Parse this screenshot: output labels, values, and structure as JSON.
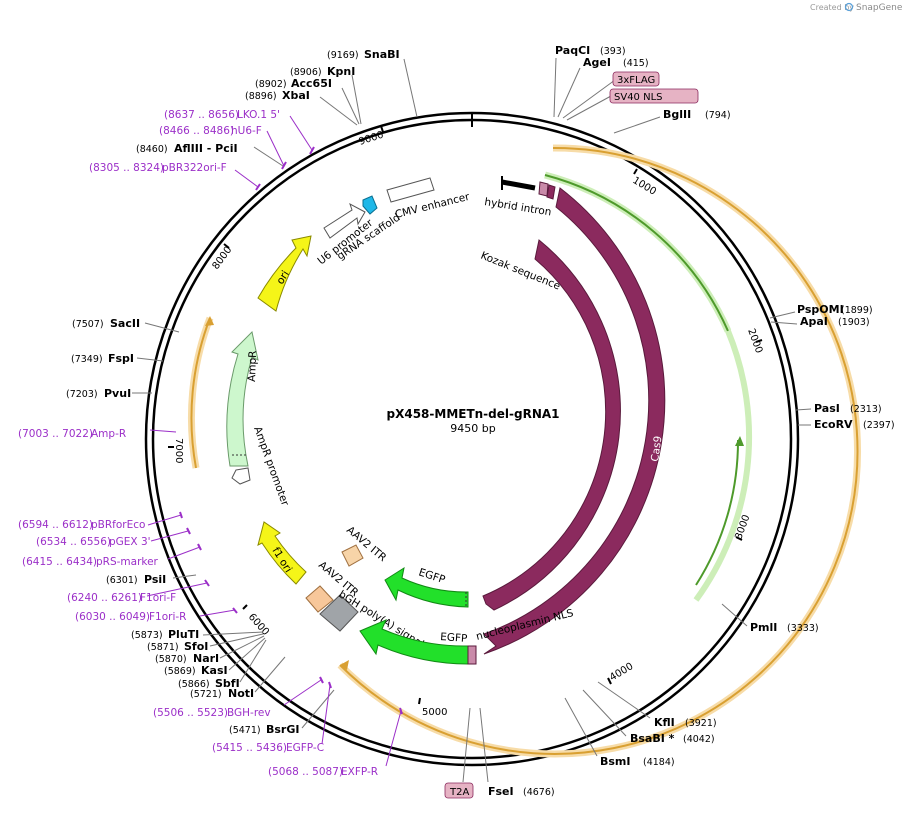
{
  "credit": {
    "created_by": "Created by",
    "brand": "SnapGene"
  },
  "map": {
    "name": "pX458-MMETn-del-gRNA1",
    "length": "9450 bp"
  },
  "ticks": [
    "1000",
    "2000",
    "3000",
    "4000",
    "5000",
    "6000",
    "7000",
    "8000",
    "9000"
  ],
  "enzymes_right": [
    {
      "name": "PaqCI",
      "pos": "(393)"
    },
    {
      "name": "AgeI",
      "pos": "(415)"
    },
    {
      "name": "BglII",
      "pos": "(794)"
    },
    {
      "name": "PspOMI",
      "pos": "(1899)"
    },
    {
      "name": "ApaI",
      "pos": "(1903)"
    },
    {
      "name": "PasI",
      "pos": "(2313)"
    },
    {
      "name": "EcoRV",
      "pos": "(2397)"
    },
    {
      "name": "PmlI",
      "pos": "(3333)"
    },
    {
      "name": "KflI",
      "pos": "(3921)"
    },
    {
      "name": "BsaBI *",
      "pos": "(4042)"
    },
    {
      "name": "BsmI",
      "pos": "(4184)"
    },
    {
      "name": "FseI",
      "pos": "(4676)"
    }
  ],
  "enzymes_left": [
    {
      "name": "SnaBI",
      "pos": "(9169)"
    },
    {
      "name": "KpnI",
      "pos": "(8906)"
    },
    {
      "name": "Acc65I",
      "pos": "(8902)"
    },
    {
      "name": "XbaI",
      "pos": "(8896)"
    },
    {
      "name": "AflIII  - PciI",
      "pos": "(8460)"
    },
    {
      "name": "SacII",
      "pos": "(7507)"
    },
    {
      "name": "FspI",
      "pos": "(7349)"
    },
    {
      "name": "PvuI",
      "pos": "(7203)"
    },
    {
      "name": "PsiI",
      "pos": "(6301)"
    },
    {
      "name": "PluTI",
      "pos": "(5873)"
    },
    {
      "name": "SfoI",
      "pos": "(5871)"
    },
    {
      "name": "NarI",
      "pos": "(5870)"
    },
    {
      "name": "KasI",
      "pos": "(5869)"
    },
    {
      "name": "SbfI",
      "pos": "(5866)"
    },
    {
      "name": "NotI",
      "pos": "(5721)"
    },
    {
      "name": "BsrGI",
      "pos": "(5471)"
    }
  ],
  "primers": [
    {
      "range": "(8637 .. 8656)",
      "name": "LKO.1 5'"
    },
    {
      "range": "(8466 .. 8486)",
      "name": "hU6-F"
    },
    {
      "range": "(8305 .. 8324)",
      "name": "pBR322ori-F"
    },
    {
      "range": "(7003 .. 7022)",
      "name": "Amp-R"
    },
    {
      "range": "(6594 .. 6612)",
      "name": "pBRforEco"
    },
    {
      "range": "(6534 .. 6556)",
      "name": "pGEX 3'"
    },
    {
      "range": "(6415 .. 6434)",
      "name": "pRS-marker"
    },
    {
      "range": "(6240 .. 6261)",
      "name": "F1ori-F"
    },
    {
      "range": "(6030 .. 6049)",
      "name": "F1ori-R"
    },
    {
      "range": "(5506 .. 5523)",
      "name": "BGH-rev"
    },
    {
      "range": "(5415 .. 5436)",
      "name": "EGFP-C"
    },
    {
      "range": "(5068 .. 5087)",
      "name": "EXFP-R"
    }
  ],
  "tags": [
    "3xFLAG",
    "SV40 NLS",
    "T2A"
  ],
  "features": {
    "cmv_enhancer": "CMV enhancer",
    "hybrid_intron": "hybrid intron",
    "kozak": "Kozak sequence",
    "u6_promoter": "U6 promoter",
    "grna_scaffold": "gRNA scaffold",
    "ori": "ori",
    "ampr": "AmpR",
    "ampr_promoter": "AmpR promoter",
    "cas9_inner": "Cas9",
    "cas9_outer": "Cas9",
    "aav2_itr_1": "AAV2 ITR",
    "aav2_itr_2": "AAV2 ITR",
    "f1_ori": "f1 ori",
    "bgh": "bGH poly(A) signal",
    "egfp_1": "EGFP",
    "egfp_2": "EGFP",
    "nucleoplasmin_nls": "nucleoplasmin NLS"
  },
  "colors": {
    "cas9": "#8b2a5e",
    "egfp": "#22e02a",
    "yellow": "#f5f518",
    "ampr": "#cdf7cd",
    "itr": "#f7d4a8",
    "primer": "#9b2fc8",
    "orange_track": "#f0c27a",
    "green_track": "#8ad36a",
    "tag_fill": "#e6b3c4"
  }
}
